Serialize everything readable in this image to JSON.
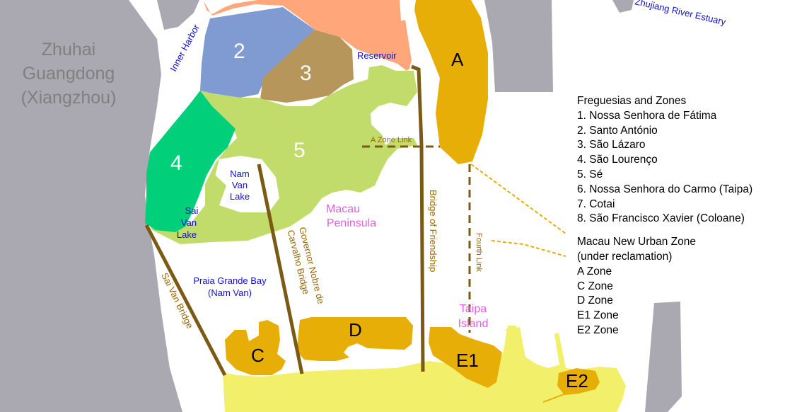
{
  "labels": {
    "zhuhai": [
      "Zhuhai",
      "Guangdong",
      "(Xiangzhou)"
    ],
    "estuary": "Zhujiang River Estuary",
    "inner_harbor": "Inner Harbor",
    "reservoir": "Reservoir",
    "nam_van_lake": [
      "Nam",
      "Van",
      "Lake"
    ],
    "sai_van_lake": [
      "Sai",
      "Van",
      "Lake"
    ],
    "macau_peninsula": [
      "Macau",
      "Peninsula"
    ],
    "taipa_island": [
      "Taipa",
      "Island"
    ],
    "praia_grande": [
      "Praia Grande Bay",
      "(Nam Van)"
    ],
    "a_zone_link": "A Zone Link",
    "fourth_link": "Fourth Link",
    "bridge_of_friendship": "Bridge of Friendship",
    "governor_bridge": [
      "Governor Nobre de",
      "Carvalho Bridge"
    ],
    "sai_van_bridge": "Sai Van Bridge"
  },
  "zones": {
    "z2": "2",
    "z3": "3",
    "z4": "4",
    "z5": "5",
    "za": "A",
    "zc": "C",
    "zd": "D",
    "ze1": "E1",
    "ze2": "E2"
  },
  "legend": {
    "title": "Freguesias and Zones",
    "parishes": [
      "1. Nossa Senhora de Fátima",
      "2. Santo António",
      "3. São Lázaro",
      "4. São Lourenço",
      "5. Sé",
      "6. Nossa Senhora do Carmo (Taipa)",
      "7. Cotai",
      "8. São Francisco Xavier (Coloane)"
    ],
    "new_zone_title": [
      "Macau New Urban Zone",
      "(under reclamation)"
    ],
    "new_zones": [
      "A Zone",
      "C Zone",
      "D Zone",
      "E1 Zone",
      "E2 Zone"
    ]
  },
  "colors": {
    "mainland": "#aaa8b0",
    "zone1": "#ffa77a",
    "zone2": "#7f9bd2",
    "zone3": "#b6965a",
    "zone4": "#02cf7a",
    "zone5": "#c2dc6c",
    "reclamation": "#e6ae07",
    "taipa": "#f2f06a",
    "bridge": "#7a5a14",
    "water_text": "#1010cc",
    "route_text": "#996600",
    "pink_text": "#e060e0"
  }
}
